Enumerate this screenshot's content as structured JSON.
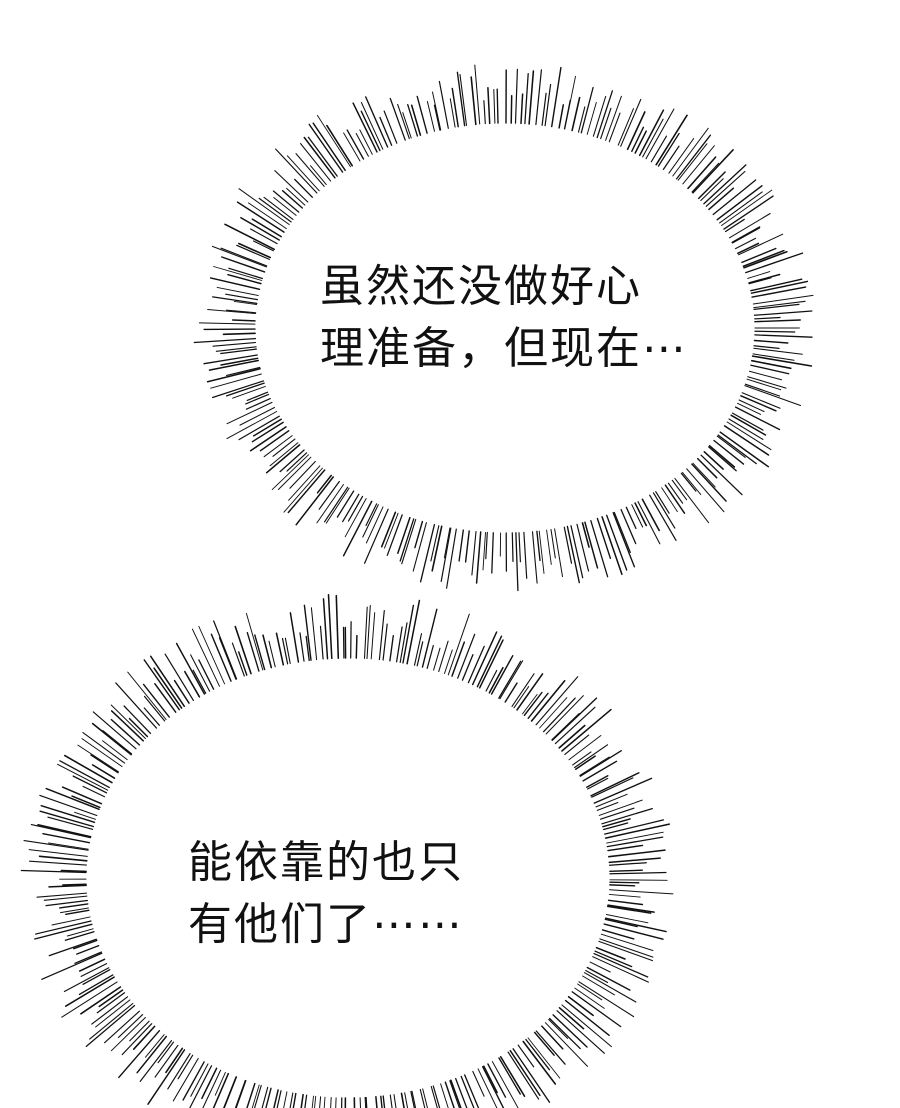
{
  "bubbles": [
    {
      "lines": [
        "虽然还没做好心",
        "理准备，但现在⋯"
      ]
    },
    {
      "lines": [
        "能依靠的也只",
        "有他们了⋯⋯"
      ]
    }
  ],
  "colors": {
    "background": "#ffffff",
    "ink": "#111111"
  }
}
